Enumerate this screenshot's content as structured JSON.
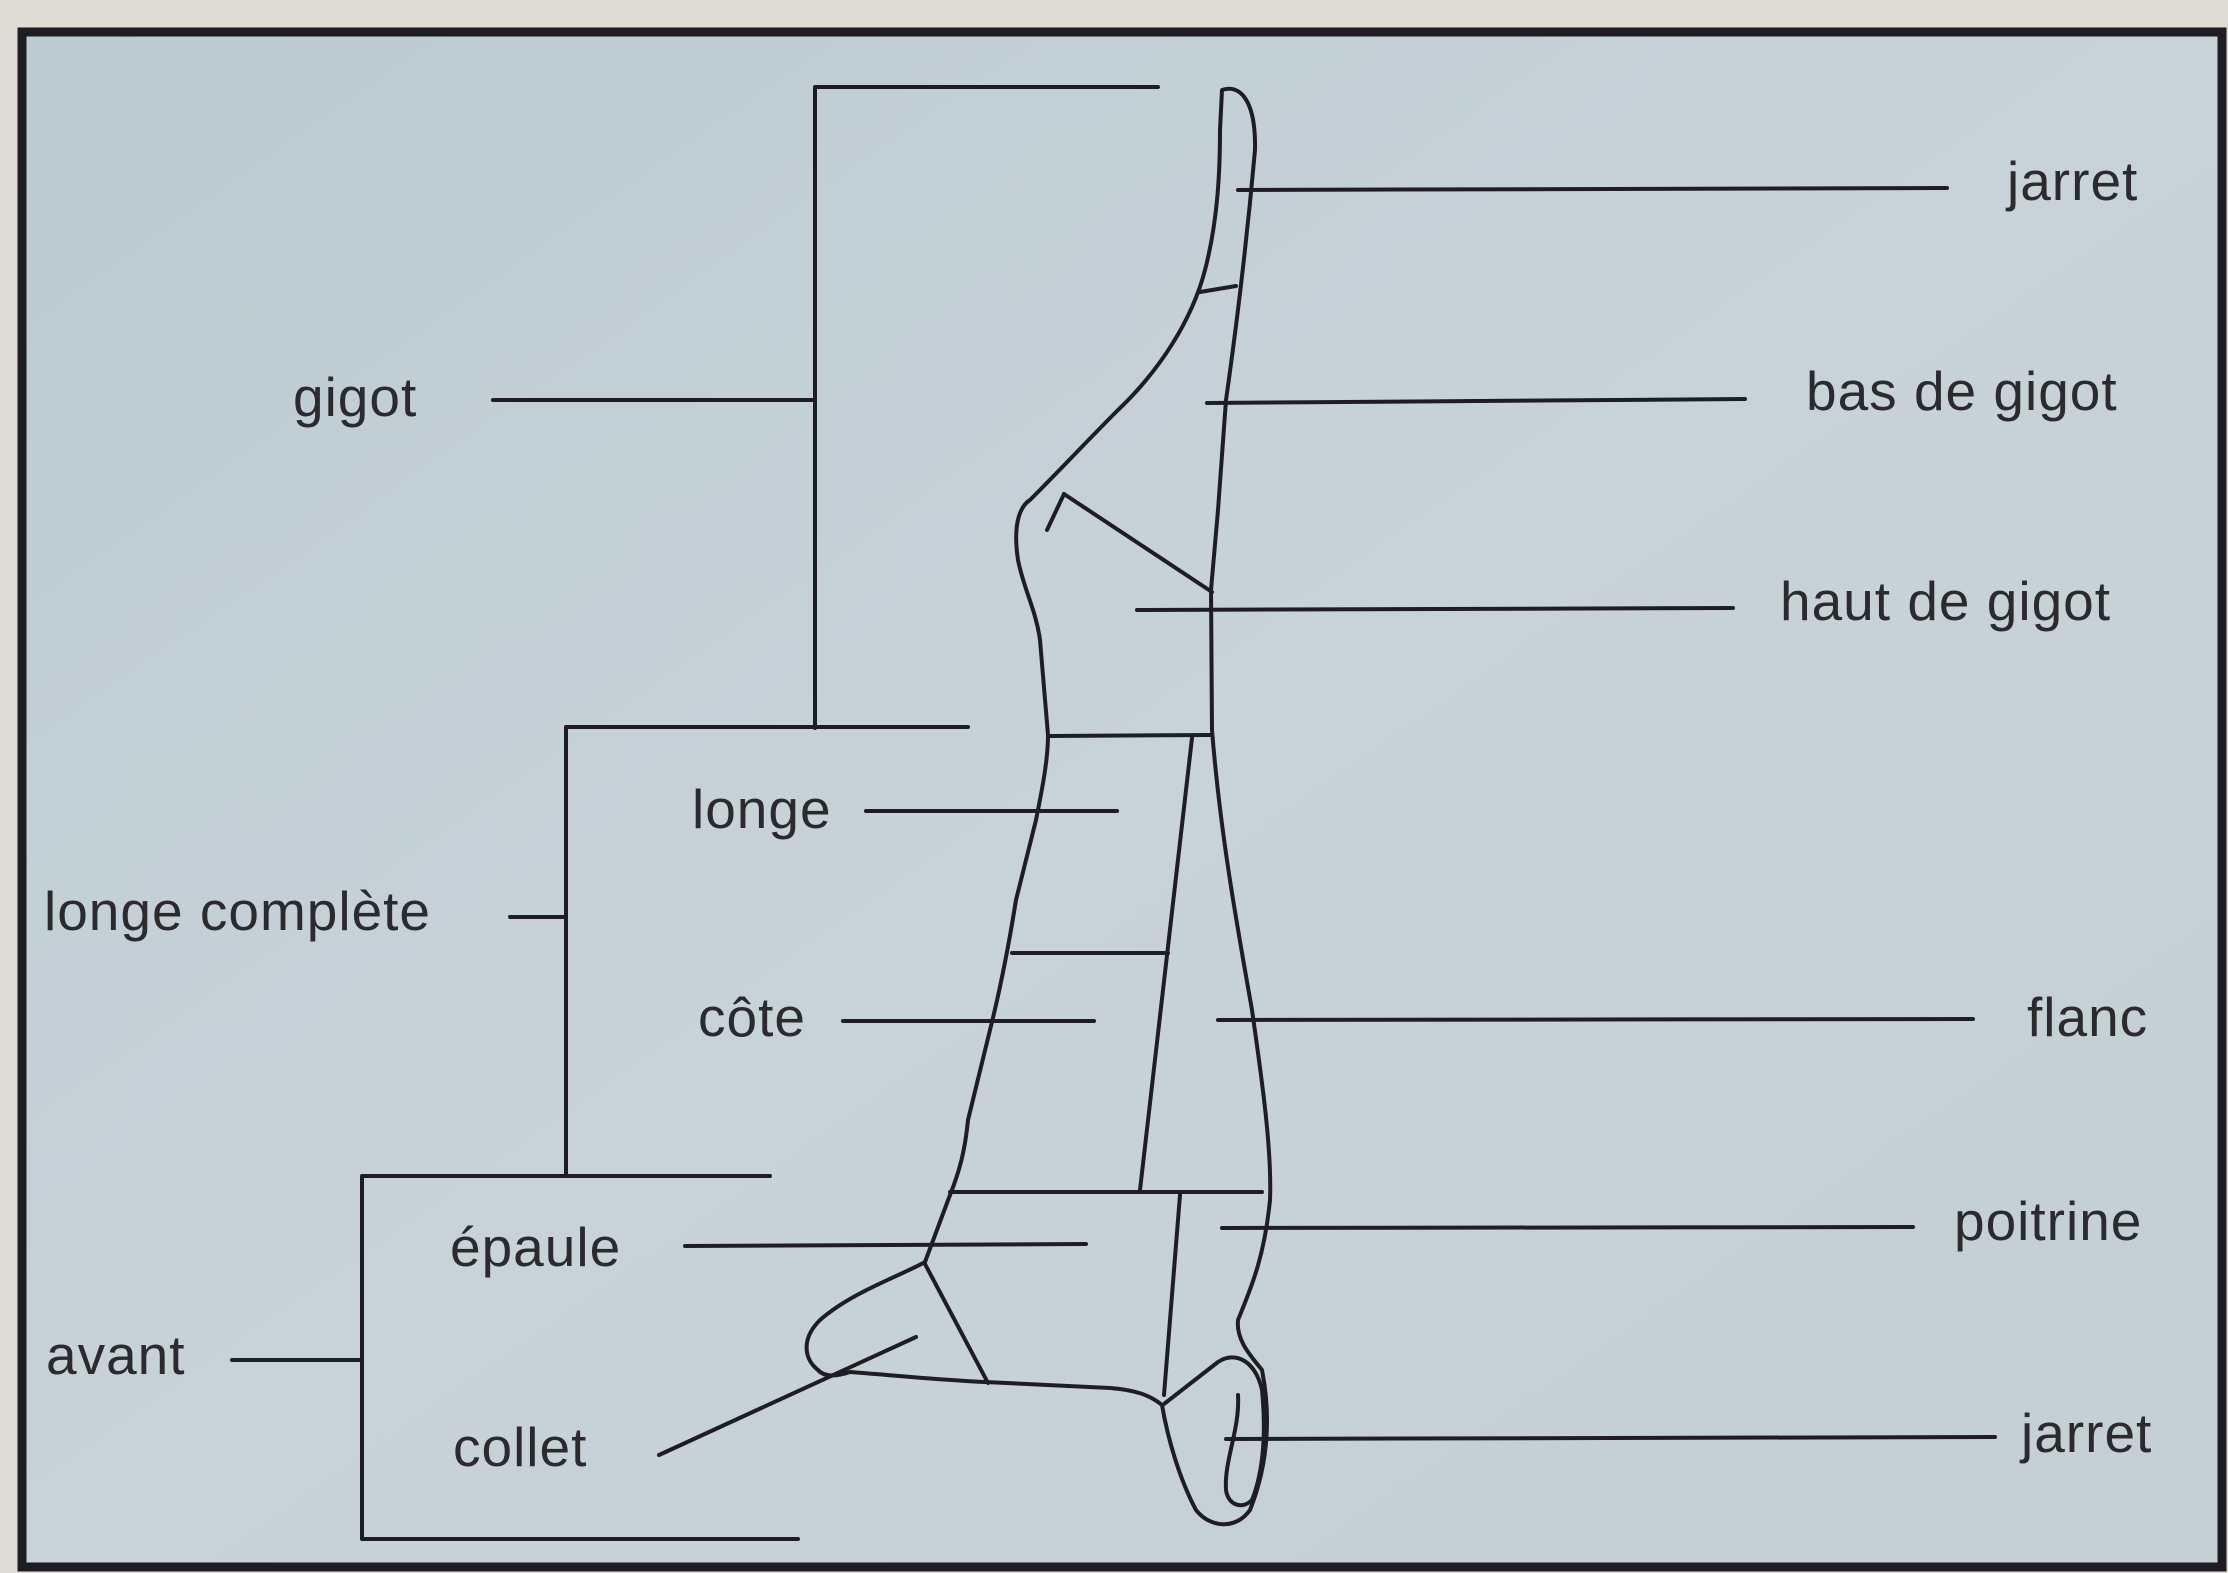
{
  "figure": {
    "background_color": "#c9d4d8",
    "frame_color": "#1e1e22",
    "labels": {
      "gigot": "gigot",
      "longe_complete": "longe complète",
      "avant": "avant",
      "longe": "longe",
      "cote": "côte",
      "epaule": "épaule",
      "collet": "collet",
      "jarret_top": "jarret",
      "bas_de_gigot": "bas de gigot",
      "haut_de_gigot": "haut de gigot",
      "flanc": "flanc",
      "poitrine": "poitrine",
      "jarret_bottom": "jarret"
    }
  }
}
